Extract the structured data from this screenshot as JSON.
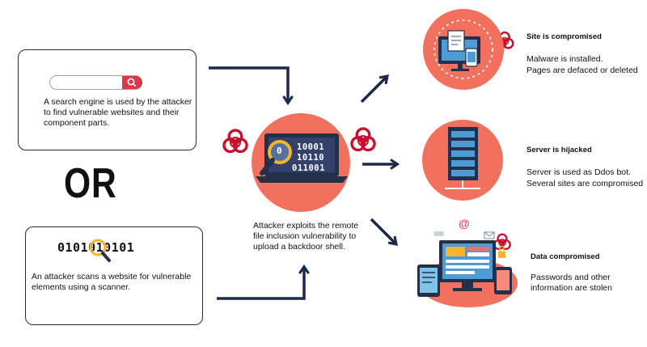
{
  "search_box": {
    "description": "A search engine is used by the attacker to find vulnerable websites and their component parts."
  },
  "or_label": "OR",
  "scanner_box": {
    "binary": "0101010101",
    "description": "An attacker scans a website for vulnerable elements using a scanner."
  },
  "center": {
    "screen_binary": [
      "10001",
      "10110",
      "011001"
    ],
    "lens_digit": "0",
    "caption": "Attacker exploits the remote file inclusion vulnerability to upload a backdoor shell."
  },
  "outcomes": [
    {
      "title": "Site is compromised",
      "lines": [
        "Malware is installed.",
        "Pages are defaced or deleted"
      ]
    },
    {
      "title": "Server is hijacked",
      "lines": [
        "Server is used as Ddos bot.",
        "Several sites are compromised"
      ]
    },
    {
      "title": "Data compromised",
      "lines": [
        "Passwords and other",
        "information are stolen"
      ]
    }
  ],
  "colors": {
    "accent_circle": "#f2705e",
    "arrow": "#1b2a4a",
    "biohazard": "#c8102e",
    "search_button": "#d83a4c",
    "lens": "#f2b52c",
    "navy": "#223049",
    "screen": "#34416a"
  },
  "icons": [
    "search-icon",
    "magnifier-icon",
    "biohazard-icon",
    "laptop-icon",
    "server-rack-icon",
    "monitor-icon",
    "at-sign-icon",
    "mail-icon",
    "lock-icon"
  ]
}
